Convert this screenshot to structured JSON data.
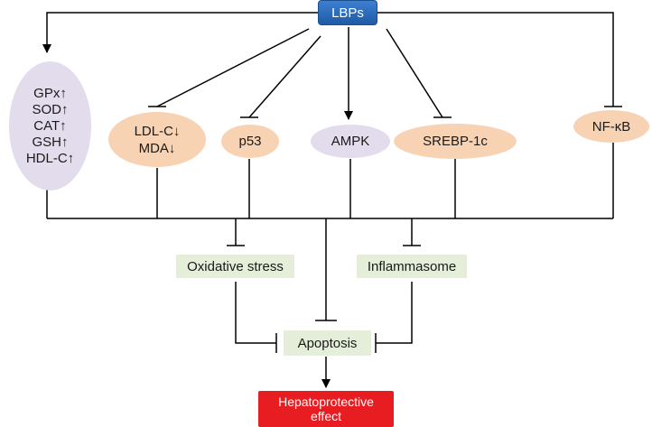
{
  "nodes": {
    "lbps": "LBPs",
    "gpx": [
      "GPx↑",
      "SOD↑",
      "CAT↑",
      "GSH↑",
      "HDL-C↑"
    ],
    "ldl": [
      "LDL-C↓",
      "MDA↓"
    ],
    "p53": "p53",
    "ampk": "AMPK",
    "srebp": "SREBP-1c",
    "nfkb": "NF-κB",
    "oxidative_stress": "Oxidative stress",
    "inflammasome": "Inflammasome",
    "apoptosis": "Apoptosis",
    "hepatoprotective": [
      "Hepatoprotective",
      "effect"
    ]
  },
  "colors": {
    "lbps": "#2a6ab8",
    "promote": "#e2dcec",
    "inhibit": "#f8d3b3",
    "process": "#e4eed9",
    "outcome": "#e81d21",
    "line": "#000000"
  },
  "edges": [
    {
      "from": "LBPs",
      "to": "GPx↑ SOD↑ CAT↑ GSH↑ HDL-C↑",
      "type": "activate"
    },
    {
      "from": "LBPs",
      "to": "LDL-C↓ MDA↓",
      "type": "inhibit"
    },
    {
      "from": "LBPs",
      "to": "p53",
      "type": "inhibit"
    },
    {
      "from": "LBPs",
      "to": "AMPK",
      "type": "activate"
    },
    {
      "from": "LBPs",
      "to": "SREBP-1c",
      "type": "inhibit"
    },
    {
      "from": "LBPs",
      "to": "NF-κB",
      "type": "inhibit"
    },
    {
      "from": "upstream",
      "to": "Oxidative stress",
      "type": "inhibit"
    },
    {
      "from": "upstream",
      "to": "Inflammasome",
      "type": "inhibit"
    },
    {
      "from": "upstream",
      "to": "Apoptosis",
      "type": "inhibit"
    },
    {
      "from": "Oxidative stress",
      "to": "Apoptosis",
      "type": "inhibit"
    },
    {
      "from": "Inflammasome",
      "to": "Apoptosis",
      "type": "inhibit"
    },
    {
      "from": "Apoptosis",
      "to": "Hepatoprotective effect",
      "type": "activate"
    }
  ]
}
